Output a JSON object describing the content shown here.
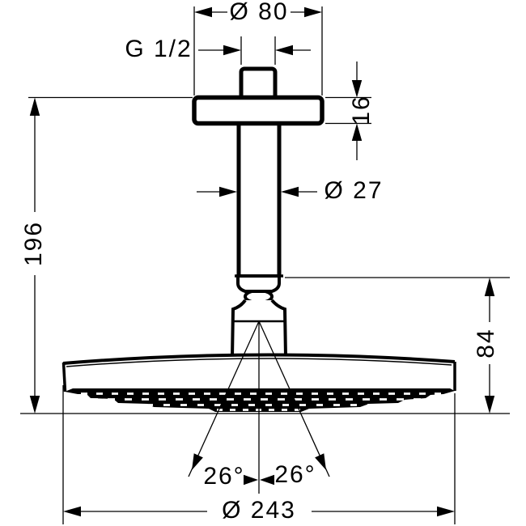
{
  "drawing": {
    "dimensions": {
      "top_diameter": "Ø 80",
      "thread": "G 1/2",
      "flange_height": "16",
      "pipe_diameter": "Ø 27",
      "total_height": "196",
      "head_height": "84",
      "spray_angle_left": "26°",
      "spray_angle_right": "26°",
      "head_diameter": "Ø 243"
    },
    "colors": {
      "line": "#000000",
      "background": "#ffffff"
    }
  }
}
